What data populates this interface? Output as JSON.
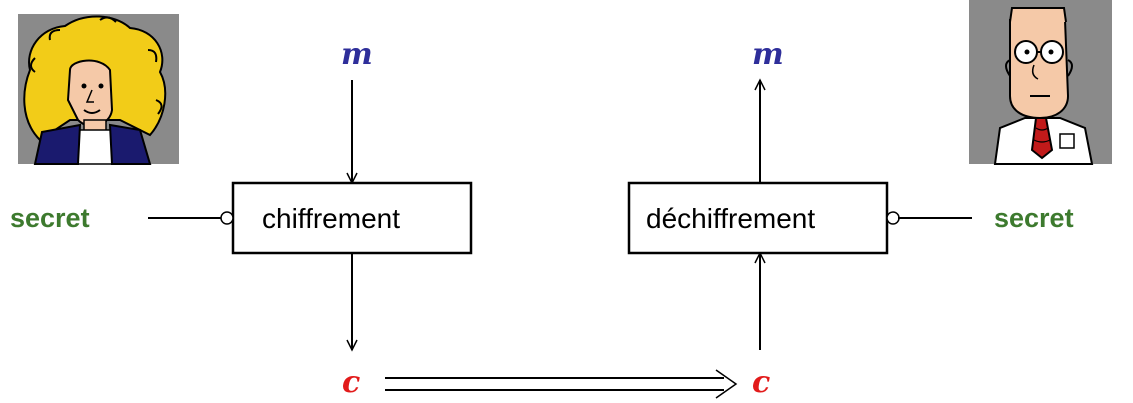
{
  "diagram": {
    "sender": {
      "secret_label": "secret",
      "box_label": "chiffrement"
    },
    "receiver": {
      "secret_label": "secret",
      "box_label": "déchiffrement"
    },
    "message_symbol": "m",
    "cipher_symbol": "c",
    "colors": {
      "secret": "#3d7a2e",
      "message": "#2e2e9a",
      "cipher": "#e21a1a",
      "avatar_background": "#8a8a8a",
      "hair": "#f2cc18",
      "jacket": "#1a1a6e",
      "tie": "#c11a1a"
    },
    "icons": {
      "sender_avatar": "woman-curly-hair-avatar",
      "receiver_avatar": "man-glasses-tie-avatar"
    }
  }
}
